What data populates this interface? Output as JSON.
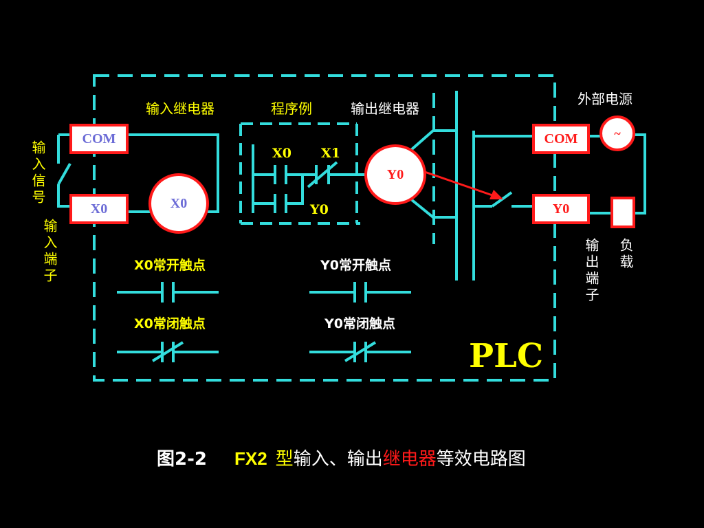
{
  "labels": {
    "input_relay": "输入继电器",
    "program_example": "程序例",
    "output_relay": "输出继电器",
    "external_power": "外部电源",
    "input_signal": "输入信号",
    "input_terminal": "输入端子",
    "output_terminal": "输出端子",
    "load": "负载",
    "x0_no_contact": "X0常开触点",
    "y0_no_contact": "Y0常开触点",
    "x0_nc_contact": "X0常闭触点",
    "y0_nc_contact": "Y0常闭触点",
    "plc": "PLC"
  },
  "terminals": {
    "input_com": "COM",
    "input_x0": "X0",
    "output_com": "COM",
    "output_y0": "Y0",
    "power_symbol": "~"
  },
  "coils": {
    "x0": "X0",
    "y0": "Y0"
  },
  "ladder": {
    "contact_x0": "X0",
    "contact_x1": "X1",
    "contact_y0": "Y0"
  },
  "caption": {
    "fig_no": "图2-2",
    "model": "FX2",
    "type_char": "型",
    "text1": "输入、输出",
    "highlight": "继电器",
    "text2": "等效电路图"
  },
  "colors": {
    "background": "#000000",
    "wire": "#33dddd",
    "label_yellow": "#ffff00",
    "label_white": "#ffffff",
    "component_border": "#ff1a1a",
    "arrow": "#ff1a1a"
  }
}
